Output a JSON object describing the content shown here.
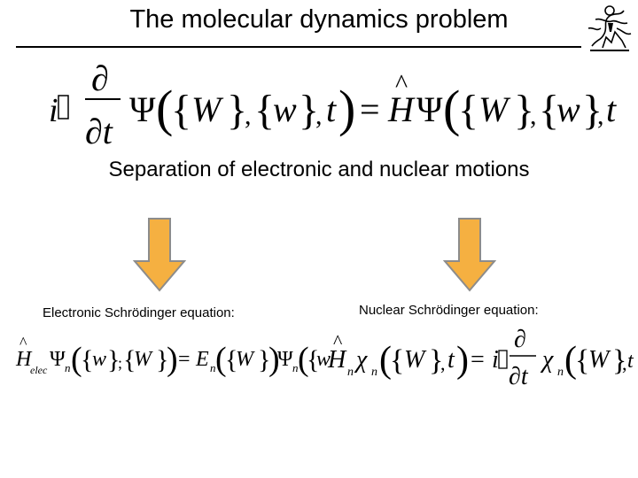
{
  "slide": {
    "title": "The molecular dynamics problem",
    "subtitle": "Separation of electronic and nuclear motions",
    "left_label": "Electronic Schrödinger  equation:",
    "right_label": "Nuclear Schrödinger equation:"
  },
  "equations": {
    "main": "iℏ ∂/∂t Ψ({W},{w},t) = ĤΨ({W},{w},t)",
    "electronic": "Ĥelec Ψn({w};{W}) = En({W}) Ψn({w};{W})",
    "nuclear": "Ĥn χn({W},t) = iℏ ∂/∂t χn({W},t)"
  },
  "colors": {
    "arrow_fill": "#F5B041",
    "arrow_stroke": "#8C8C8C"
  },
  "icons": [
    "institution-logo",
    "down-arrow"
  ]
}
